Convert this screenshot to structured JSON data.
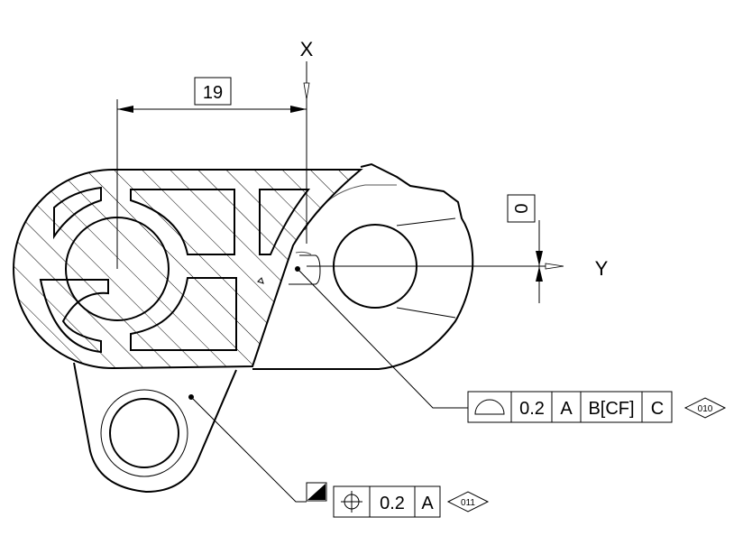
{
  "drawing": {
    "dim_x_value": "19",
    "dim_y_value": "0",
    "axis_x_label": "X",
    "axis_y_label": "Y",
    "fcf_profile": {
      "tolerance": "0.2",
      "datum_a": "A",
      "datum_b": "B[CF]",
      "datum_c": "C",
      "tag": "010",
      "symbol": "profile-of-surface-icon"
    },
    "fcf_position": {
      "tolerance": "0.2",
      "datum_a": "A",
      "tag": "011",
      "symbol": "position-icon",
      "flag_symbol": "filled-triangle-flag-icon"
    }
  }
}
